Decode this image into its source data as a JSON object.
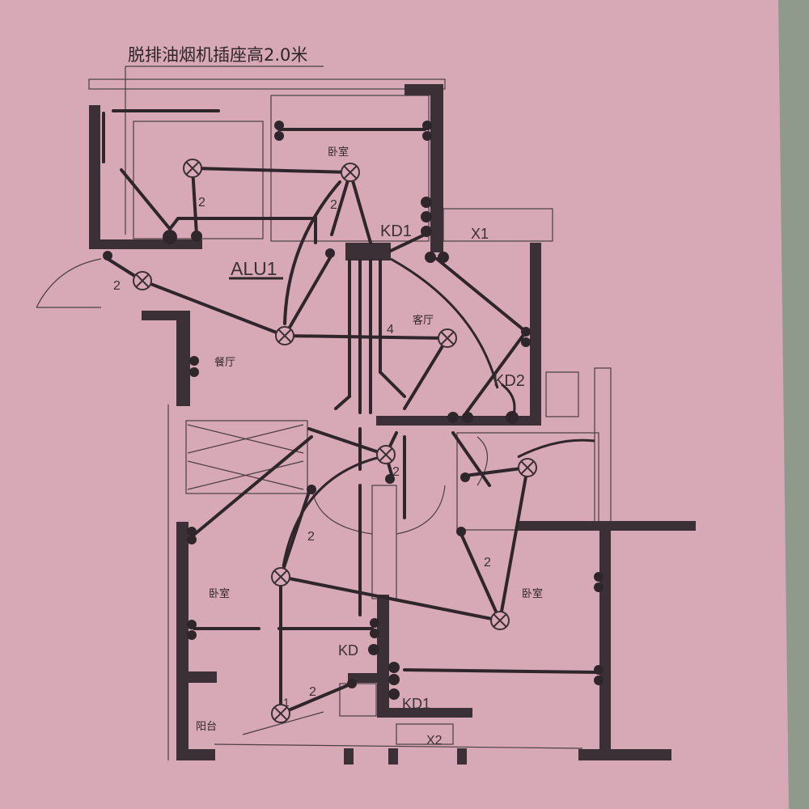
{
  "title_note": "脱排油烟机插座高2.0米",
  "rooms": {
    "bedroom_top": "卧室",
    "living_room": "客厅",
    "dining_room": "餐厅",
    "bedroom_left": "卧室",
    "bedroom_right": "卧室",
    "balcony": "阳台"
  },
  "panels": {
    "alu": "ALU1",
    "kd_top": "KD1",
    "kd_living": "KD2",
    "kd_center": "KD",
    "kd_bottom": "KD1",
    "x1": "X1",
    "x2": "X2"
  },
  "wire_counts": [
    "2",
    "2",
    "2",
    "4",
    "2",
    "2",
    "2",
    "2",
    "1"
  ],
  "colors": {
    "paper": "#d7a8b6",
    "ink": "#3b3036",
    "background": "#8f9a8c"
  }
}
